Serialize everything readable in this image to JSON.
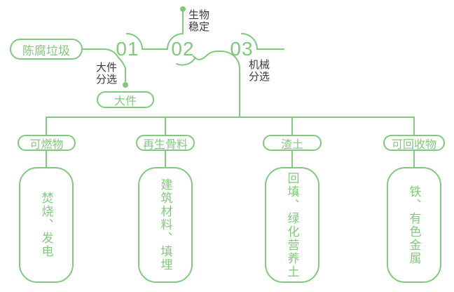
{
  "palette": {
    "green": "#82c87e",
    "label_dark": "#3b3b3b",
    "background": "#ffffff"
  },
  "flow": {
    "source_label": "陈腐垃圾",
    "steps": [
      {
        "num": "01",
        "name_lines": [
          "大件",
          "分选"
        ]
      },
      {
        "num": "02",
        "name_lines": [
          "生物",
          "稳定"
        ]
      },
      {
        "num": "03",
        "name_lines": [
          "机械",
          "分选"
        ]
      }
    ],
    "bypass_label": "大件"
  },
  "outputs": [
    {
      "category": "可燃物",
      "detail": "焚烧、发电"
    },
    {
      "category": "再生骨料",
      "detail": "建筑材料、填埋"
    },
    {
      "category": "渣土",
      "detail": "回填、绿化营养土"
    },
    {
      "category": "可回收物",
      "detail": "铁、有色金属"
    }
  ]
}
